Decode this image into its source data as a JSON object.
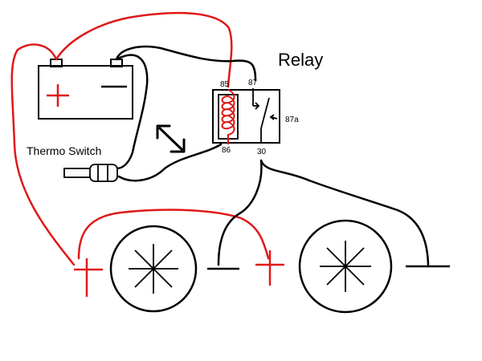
{
  "labels": {
    "relay": "Relay",
    "thermo_switch": "Thermo Switch",
    "pin_85": "85",
    "pin_87": "87",
    "pin_87a": "87a",
    "pin_86": "86",
    "pin_30": "30"
  },
  "symbols": {
    "battery_plus": "+",
    "battery_minus": "−",
    "fan1_plus": "+",
    "fan1_minus": "−",
    "fan2_plus": "+",
    "fan2_minus": "−"
  },
  "colors": {
    "positive_wire": "#e01818",
    "negative_wire": "#000000"
  },
  "icons": {
    "battery": "battery-icon",
    "relay": "relay-icon",
    "thermo_switch": "thermo-switch-icon",
    "fan": "fan-icon"
  }
}
